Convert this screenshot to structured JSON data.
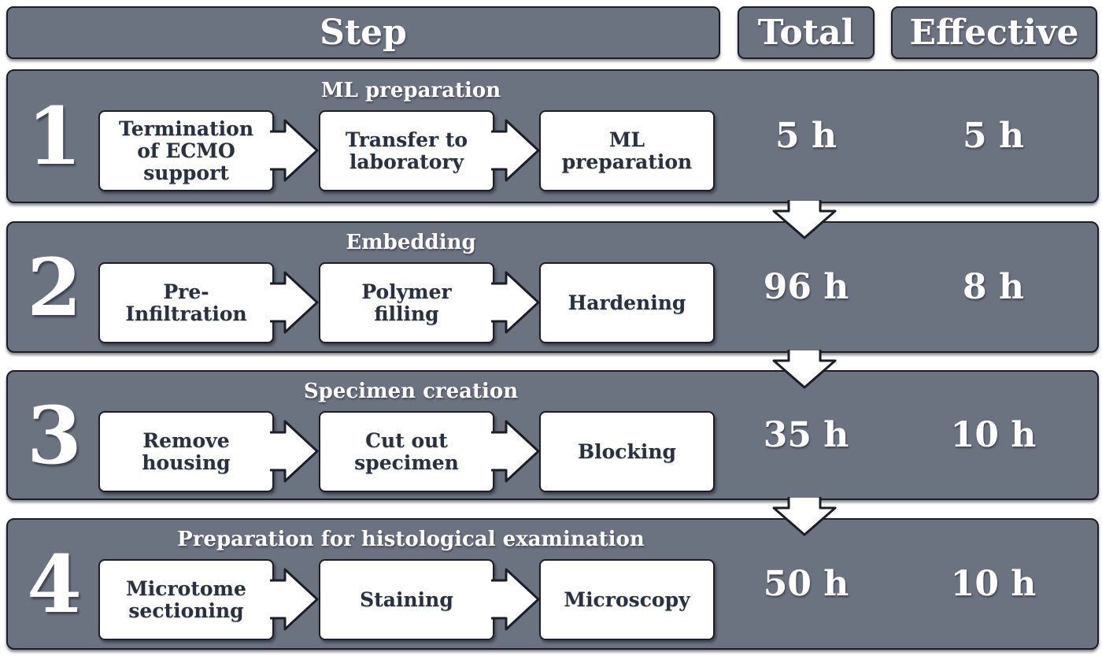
{
  "header": {
    "step_label": "Step",
    "total_label": "Total",
    "effective_label": "Effective"
  },
  "colors": {
    "panel_gray": "#6b7280",
    "outline_dark": "#1b1e26",
    "box_fill": "#ffffff",
    "box_text": "#293040",
    "header_text": "#ffffff"
  },
  "rows": [
    {
      "number": "1",
      "title": "ML preparation",
      "boxes": [
        "Termination of ECMO support",
        "Transfer to laboratory",
        "ML preparation"
      ],
      "total": "5 h",
      "effective": "5 h"
    },
    {
      "number": "2",
      "title": "Embedding",
      "boxes": [
        "Pre-Infiltration",
        "Polymer filling",
        "Hardening"
      ],
      "total": "96 h",
      "effective": "8 h"
    },
    {
      "number": "3",
      "title": "Specimen creation",
      "boxes": [
        "Remove housing",
        "Cut out specimen",
        "Blocking"
      ],
      "total": "35 h",
      "effective": "10 h"
    },
    {
      "number": "4",
      "title": "Preparation for histological examination",
      "boxes": [
        "Microtome sectioning",
        "Staining",
        "Microscopy"
      ],
      "total": "50 h",
      "effective": "10 h"
    }
  ]
}
